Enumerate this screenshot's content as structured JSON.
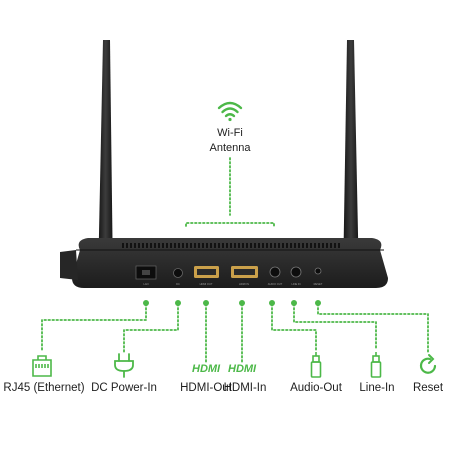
{
  "antenna_label": {
    "line1": "Wi-Fi",
    "line2": "Antenna"
  },
  "ports": [
    {
      "label": "RJ45 (Ethernet)",
      "icon": "ethernet-port-icon"
    },
    {
      "label": "DC Power-In",
      "icon": "power-plug-icon"
    },
    {
      "label": "HDMI-Out",
      "icon": "hdmi-logo-icon"
    },
    {
      "label": "HDMI-In",
      "icon": "hdmi-logo-icon"
    },
    {
      "label": "Audio-Out",
      "icon": "audio-jack-icon"
    },
    {
      "label": "Line-In",
      "icon": "audio-jack-icon"
    },
    {
      "label": "Reset",
      "icon": "reset-arrow-icon"
    }
  ],
  "hdmi_logo_text": "HDMI",
  "device_port_labels": [
    "LAN",
    "DC",
    "HDMI OUT",
    "HDMI IN",
    "AUDIO OUT",
    "LINE IN",
    "RESET"
  ],
  "colors": {
    "accent": "#4cb848",
    "device": "#2b2b2b",
    "text": "#1e1e1e"
  }
}
